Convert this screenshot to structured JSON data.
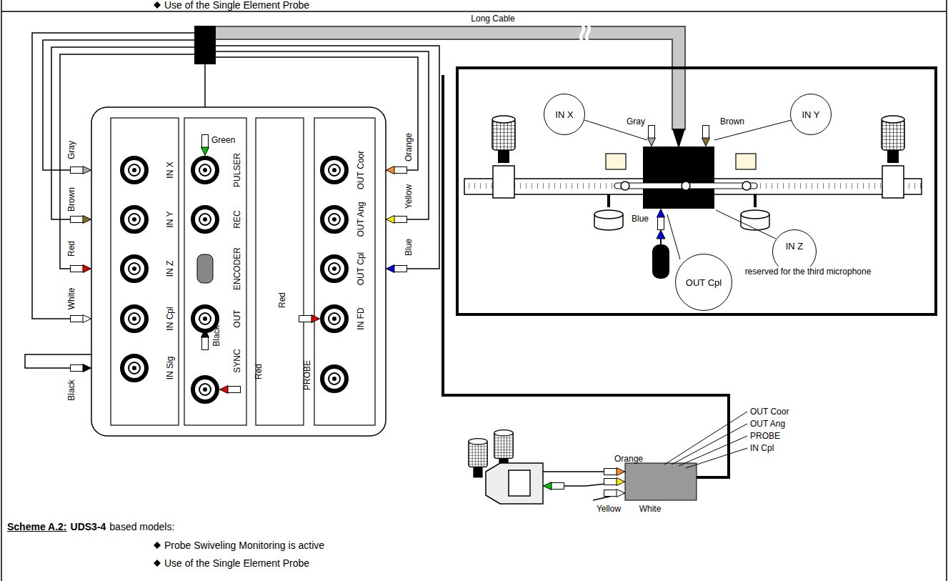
{
  "diagram": {
    "nodes": [
      {
        "text": [
          "IN X"
        ]
      },
      {
        "text": [
          "IN Y"
        ]
      },
      {
        "text": [
          "IN Z",
          "reserved for the third microphone"
        ]
      },
      {
        "text": [
          "OUT Cpl"
        ]
      }
    ],
    "labels": [
      "Use of the Single Element Probe",
      "Long Cable",
      "Green",
      "Gray",
      "Brown",
      "Red",
      "White",
      "Black",
      "IN X",
      "IN Y",
      "IN Z",
      "IN Cpl",
      "IN Sig",
      "PULSER",
      "REC",
      "ENCODER",
      "OUT",
      "SYNC",
      "Black",
      "Red",
      "Red",
      "PROBE",
      "OUT Coor",
      "OUT Ang",
      "OUT Cpl",
      "IN FD",
      "Orange",
      "Yellow",
      "Blue",
      "Gray",
      "Brown",
      "Blue",
      "OUT Coor",
      "OUT Ang",
      "PROBE",
      "IN Cpl",
      "Orange",
      "Yellow",
      "White",
      "Scheme A.2:",
      "UDS3-4",
      "based models:",
      "Probe Swiveling Monitoring is active",
      "Use of the Single Element Probe"
    ]
  }
}
